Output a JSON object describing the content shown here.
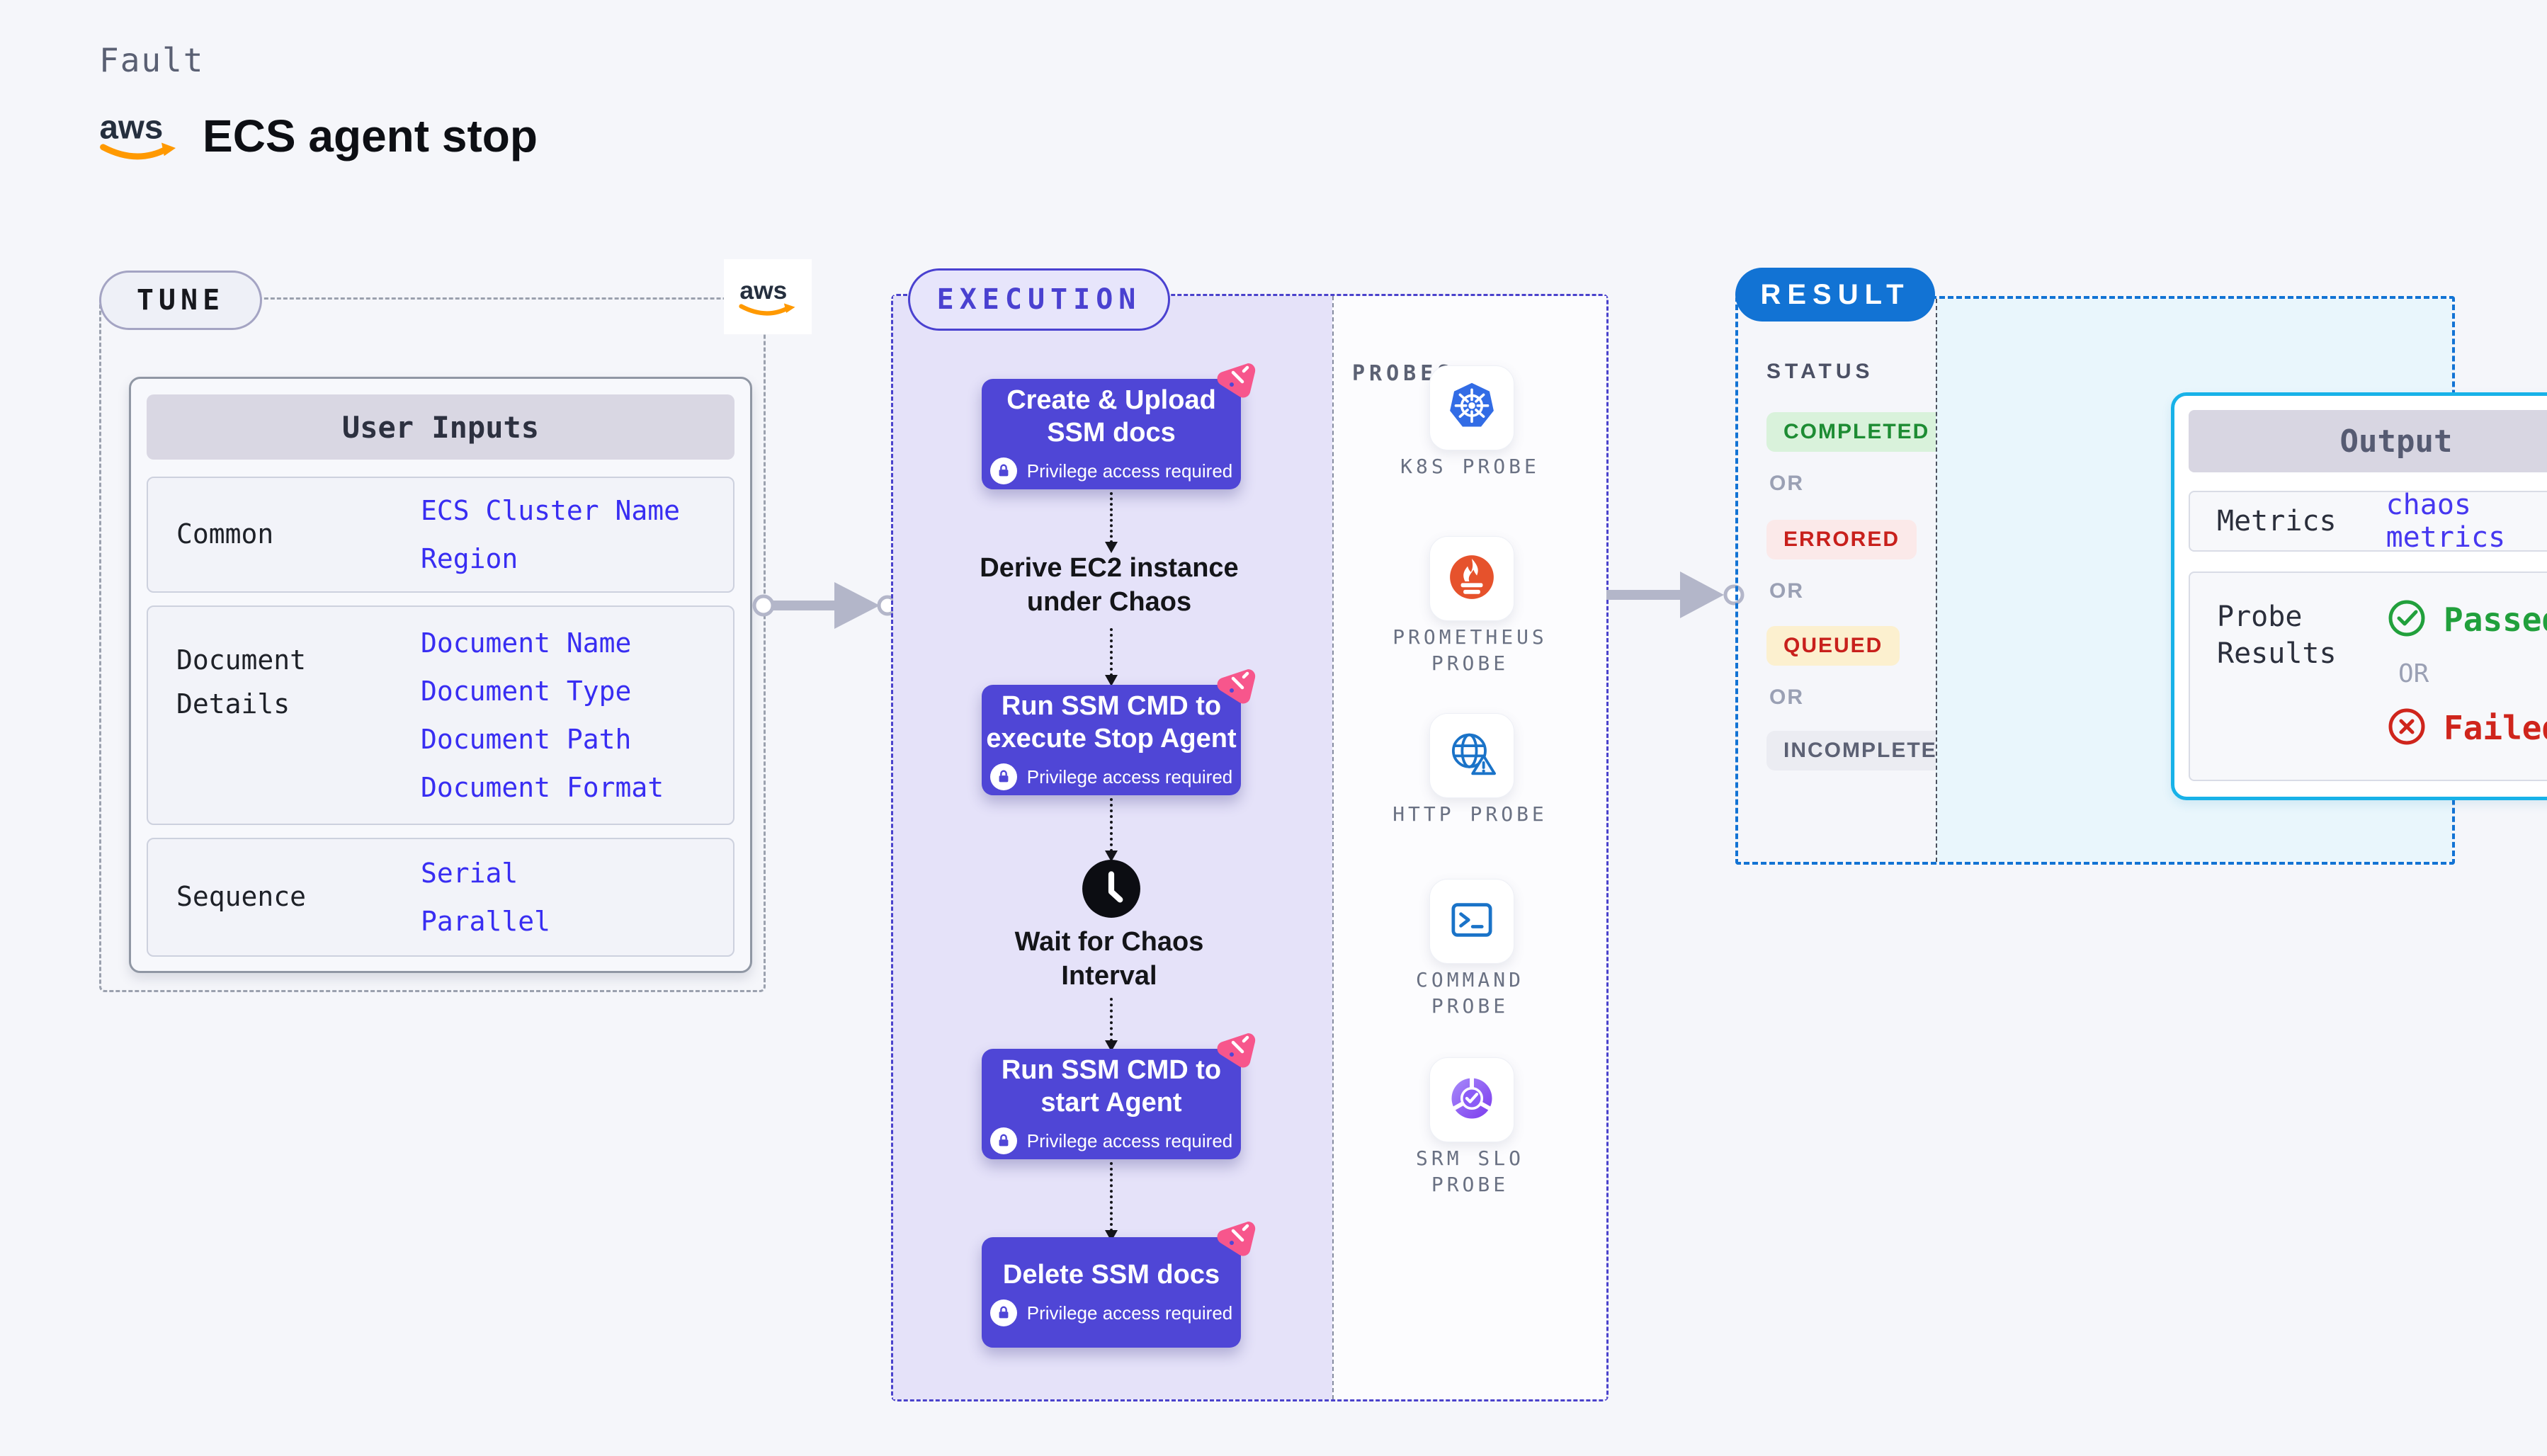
{
  "page": {
    "fault_label": "Fault",
    "title": "ECS agent stop",
    "brand": "aws"
  },
  "tune": {
    "badge": "TUNE",
    "user_inputs": {
      "header": "User Inputs",
      "rows": [
        {
          "label_lines": [
            "Common",
            ""
          ],
          "values": [
            "ECS Cluster Name",
            "Region",
            "",
            ""
          ]
        },
        {
          "label_lines": [
            "Document",
            "Details"
          ],
          "values": [
            "Document Name",
            "Document Type",
            "Document Path",
            "Document Format"
          ]
        },
        {
          "label_lines": [
            "Sequence",
            ""
          ],
          "values": [
            "Serial",
            "Parallel",
            "",
            ""
          ]
        }
      ]
    }
  },
  "execution": {
    "badge": "EXECUTION",
    "privilege_label": "Privilege access required",
    "steps": [
      {
        "title_lines": [
          "Create & Upload",
          "SSM docs"
        ]
      },
      {
        "title_lines": [
          "Run SSM CMD to",
          "execute Stop Agent"
        ]
      },
      {
        "title_lines": [
          "Run SSM CMD to",
          "start Agent"
        ]
      },
      {
        "title_lines": [
          "Delete SSM docs",
          ""
        ]
      }
    ],
    "derive_note_lines": [
      "Derive EC2 instance",
      "under Chaos"
    ],
    "wait_note_lines": [
      "Wait for Chaos",
      "Interval"
    ],
    "probes": {
      "title": "PROBES",
      "items": [
        {
          "icon": "k8s-probe-icon",
          "label_lines": [
            "K8S PROBE",
            ""
          ]
        },
        {
          "icon": "prometheus-probe-icon",
          "label_lines": [
            "PROMETHEUS",
            "PROBE"
          ]
        },
        {
          "icon": "http-probe-icon",
          "label_lines": [
            "HTTP PROBE",
            ""
          ]
        },
        {
          "icon": "command-probe-icon",
          "label_lines": [
            "COMMAND",
            "PROBE"
          ]
        },
        {
          "icon": "srm-slo-probe-icon",
          "label_lines": [
            "SRM SLO",
            "PROBE"
          ]
        }
      ]
    }
  },
  "result": {
    "badge": "RESULT",
    "status_title": "STATUS",
    "or_label": "OR",
    "statuses": [
      {
        "label": "COMPLETED",
        "text_color": "#1d8c33",
        "bg_color": "#d9f2db"
      },
      {
        "label": "ERRORED",
        "text_color": "#c8201c",
        "bg_color": "#fbe9e9"
      },
      {
        "label": "QUEUED",
        "text_color": "#c8201c",
        "bg_color": "#fcf0cf"
      },
      {
        "label": "INCOMPLETED",
        "text_color": "#5c6174",
        "bg_color": "#ebecf2"
      }
    ],
    "output": {
      "header": "Output",
      "metrics_label": "Metrics",
      "metrics_value": "chaos metrics",
      "probe_results_label_lines": [
        "Probe",
        "Results"
      ],
      "passed_label": "Passed",
      "or_label": "OR",
      "failed_label": "Failed"
    }
  },
  "colors": {
    "page_bg": "#f5f6fa",
    "step_indigo": "#4f46d6",
    "execution_border": "#4a42cc",
    "execution_left_bg": "#e5e2f9",
    "tune_border": "#9ba1ae",
    "result_blue": "#1273d4",
    "output_border_cyan": "#18b2e8",
    "result_right_bg": "#e9f6fc",
    "link_blue": "#382df2",
    "chaos_pink": "#f7568c",
    "passed_green": "#21a03c",
    "failed_red": "#cf251c",
    "arrow_gray": "#b3b6c9",
    "k8s_blue": "#326ce5",
    "prometheus_orange": "#e6522c",
    "http_blue": "#1a73c8",
    "srm_purple": "#7c3aed",
    "aws_navy": "#252f3e",
    "aws_orange": "#ff9900"
  }
}
